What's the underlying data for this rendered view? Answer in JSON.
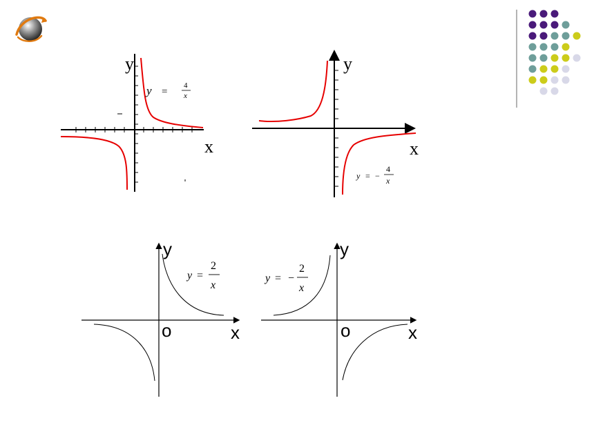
{
  "colors": {
    "background": "#ffffff",
    "curve_red": "#e60000",
    "curve_black": "#000000",
    "dot_purple": "#4a1a7a",
    "dot_teal": "#6e9e9a",
    "dot_yellow": "#cccc1a",
    "dot_lavender": "#d8d8e8",
    "divider": "#9a9a9a"
  },
  "logo": {
    "icon": "orbit-sphere-icon"
  },
  "decor": {
    "dot_rows": [
      [
        "purple",
        "purple",
        "purple"
      ],
      [
        "purple",
        "purple",
        "purple",
        "teal"
      ],
      [
        "purple",
        "purple",
        "teal",
        "teal",
        "yellow"
      ],
      [
        "teal",
        "teal",
        "teal",
        "yellow"
      ],
      [
        "teal",
        "teal",
        "yellow",
        "yellow",
        "lavender"
      ],
      [
        "teal",
        "yellow",
        "yellow",
        "lavender"
      ],
      [
        "yellow",
        "yellow",
        "lavender",
        "lavender"
      ],
      [
        "lavender",
        "lavender"
      ]
    ]
  },
  "graphs": [
    {
      "id": "graph-pos-4",
      "x_label": "x",
      "y_label": "y",
      "formula": {
        "lhs": "y",
        "eq": "=",
        "sign": "",
        "num": "4",
        "den": "x"
      },
      "curve_color": "red"
    },
    {
      "id": "graph-neg-4",
      "x_label": "x",
      "y_label": "y",
      "formula": {
        "lhs": "y",
        "eq": "=",
        "sign": "−",
        "num": "4",
        "den": "x"
      },
      "curve_color": "red"
    },
    {
      "id": "graph-pos-2",
      "x_label": "x",
      "y_label": "y",
      "origin_label": "o",
      "formula": {
        "lhs": "y",
        "eq": "=",
        "sign": "",
        "num": "2",
        "den": "x"
      },
      "curve_color": "black"
    },
    {
      "id": "graph-neg-2",
      "x_label": "x",
      "y_label": "y",
      "origin_label": "o",
      "formula": {
        "lhs": "y",
        "eq": "=",
        "sign": "−",
        "num": "2",
        "den": "x"
      },
      "curve_color": "black"
    }
  ]
}
